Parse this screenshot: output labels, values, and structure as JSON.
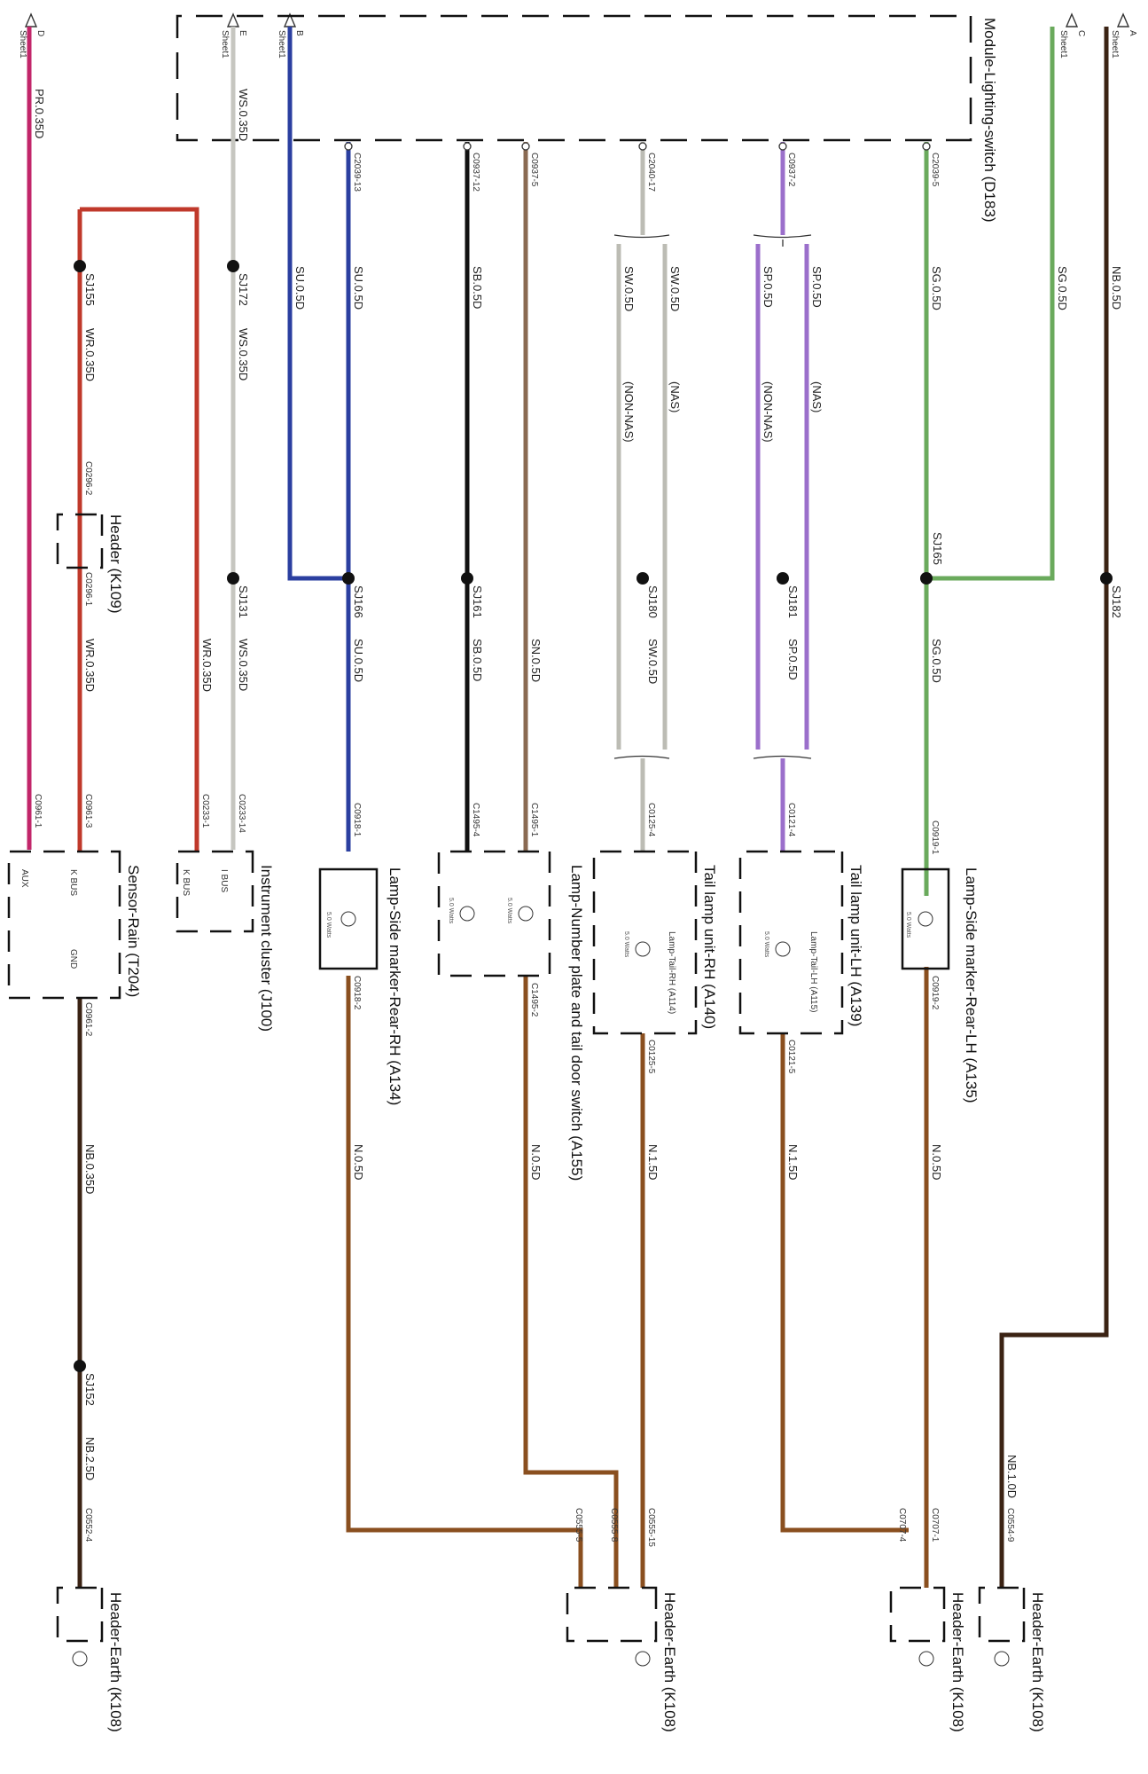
{
  "sheet_refs": [
    {
      "letter": "A",
      "sheet": "Sheet1"
    },
    {
      "letter": "C",
      "sheet": "Sheet1"
    },
    {
      "letter": "B",
      "sheet": "Sheet1"
    },
    {
      "letter": "E",
      "sheet": "Sheet1"
    },
    {
      "letter": "D",
      "sheet": "Sheet1"
    }
  ],
  "components": {
    "module": "Module-Lighting-switch (D183)",
    "lamp_side_lh": "Lamp-Side marker-Rear-LH (A135)",
    "tail_lh": "Tail lamp unit-LH (A139)",
    "tail_lh_inner": "Lamp-Tail-LH (A115)",
    "tail_rh": "Tail lamp unit-RH (A140)",
    "tail_rh_inner": "Lamp-Tail-RH (A114)",
    "number_plate": "Lamp-Number plate and tail door switch (A155)",
    "lamp_side_rh": "Lamp-Side marker-Rear-RH (A134)",
    "instrument": "Instrument cluster (J100)",
    "sensor_rain": "Sensor-Rain (T204)",
    "header_k109": "Header (K109)",
    "header_earth": "Header-Earth (K108)"
  },
  "wattage": "5.0 Watts",
  "connectors": {
    "c2039_5": "C2039-5",
    "c0937_2": "C0937-2",
    "c2040_17": "C2040-17",
    "c0937_5": "C0937-5",
    "c0937_12": "C0937-12",
    "c2039_13": "C2039-13",
    "c0919_1": "C0919-1",
    "c0919_2": "C0919-2",
    "c0121_4": "C0121-4",
    "c0121_5": "C0121-5",
    "c0125_4": "C0125-4",
    "c0125_5": "C0125-5",
    "c1495_1": "C1495-1",
    "c1495_4": "C1495-4",
    "c1495_2": "C1495-2",
    "c0918_1": "C0918-1",
    "c0918_2": "C0918-2",
    "c0233_14": "C0233-14",
    "c0233_1": "C0233-1",
    "c0961_3": "C0961-3",
    "c0961_1": "C0961-1",
    "c0961_2": "C0961-2",
    "c0296_2": "C0296-2",
    "c0296_1": "C0296-1",
    "c0554_9": "C0554-9",
    "c0707_1": "C0707-1",
    "c0707_4": "C0707-4",
    "c0555_15": "C0555-15",
    "c0555_8": "C0555-8",
    "c0555_5": "C0555-5",
    "c0552_4": "C0552-4"
  },
  "splices": {
    "sj182": "SJ182",
    "sj165": "SJ165",
    "sj181": "SJ181",
    "sj180": "SJ180",
    "sj161": "SJ161",
    "sj166": "SJ166",
    "sj131": "SJ131",
    "sj172": "SJ172",
    "sj155": "SJ155",
    "sj152": "SJ152"
  },
  "wires": {
    "nb05": "NB.0.5D",
    "nb10": "NB.1.0D",
    "sg05": "SG.0.5D",
    "sp05": "SP.0.5D",
    "sw05": "SW.0.5D",
    "sn05": "SN.0.5D",
    "sb05": "SB.0.5D",
    "su05": "SU.0.5D",
    "ws035": "WS.0.35D",
    "wr035": "WR.0.35D",
    "pr035": "PR.0.35D",
    "n05": "N.0.5D",
    "n15": "N.1.5D",
    "nb035": "NB.0.35D",
    "nb25": "NB.2.5D"
  },
  "variants": {
    "nas": "(NAS)",
    "non_nas": "(NON-NAS)"
  },
  "pins": {
    "i_bus": "I BUS",
    "k_bus": "K BUS",
    "aux": "AUX",
    "gnd": "GND"
  },
  "colors": {
    "brown_dark": "#3b2314",
    "green": "#6aaa5c",
    "purple": "#9b6fcb",
    "grey": "#bcbcb4",
    "tan": "#8a6a52",
    "black": "#111111",
    "blue": "#2b3fa0",
    "white_grey": "#c6c6c0",
    "red": "#c0392b",
    "magenta": "#c2266a",
    "brown": "#8a4f1f"
  }
}
